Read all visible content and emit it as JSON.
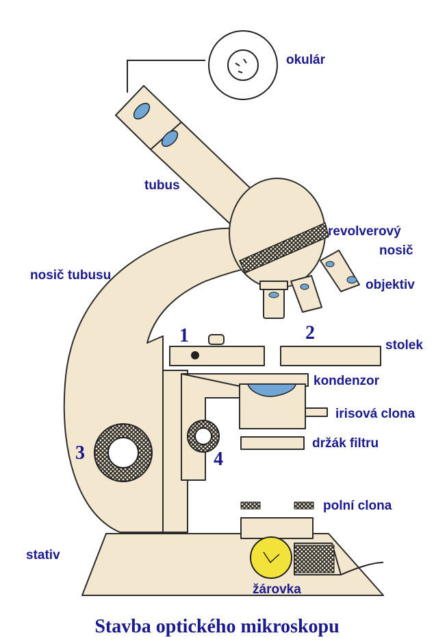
{
  "title": "Stavba optického mikroskopu",
  "labels": {
    "okular": "okulár",
    "tubus": "tubus",
    "revolver_line1": "revolverový",
    "revolver_line2": "nosič",
    "nosic_tubusu": "nosič tubusu",
    "objektiv": "objektiv",
    "stolek": "stolek",
    "kondenzor": "kondenzor",
    "irisova_clona": "irisová clona",
    "drzak_filtru": "držák filtru",
    "polni_clona": "polní clona",
    "stativ": "stativ",
    "zarovka": "žárovka"
  },
  "numbers": {
    "n1": "1",
    "n2": "2",
    "n3": "3",
    "n4": "4"
  },
  "colors": {
    "label_text": "#1a1a8c",
    "body_fill": "#f3e7cf",
    "outline": "#2b2b2b",
    "lens_blue": "#6fa6d6",
    "bulb_yellow": "#f2e23a"
  }
}
